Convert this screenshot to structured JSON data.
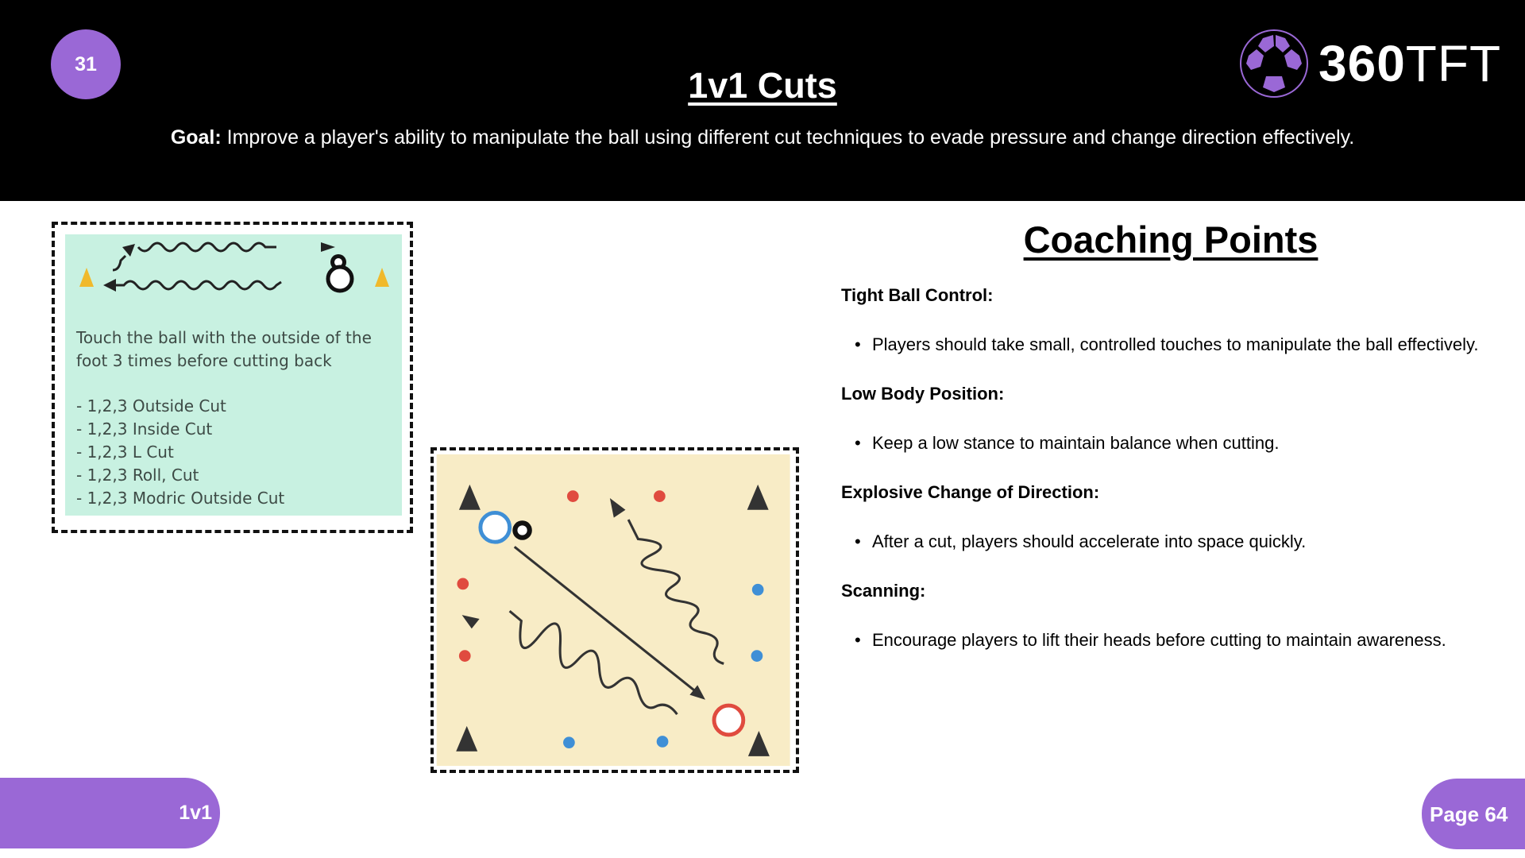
{
  "header": {
    "session_number": "31",
    "title": "1v1 Cuts",
    "goal_label": "Goal:",
    "goal_text": " Improve a player's ability to manipulate the ball using different cut techniques to evade pressure and change direction effectively.",
    "logo_text_bold": "360",
    "logo_text_light": "TFT"
  },
  "drill_card": {
    "instruction": "Touch the ball with the outside of the foot 3 times before cutting back",
    "variations": [
      "- 1,2,3 Outside Cut",
      "- 1,2,3 Inside Cut",
      "- 1,2,3 L Cut",
      "- 1,2,3 Roll, Cut",
      "- 1,2,3 Modric Outside Cut"
    ]
  },
  "coaching": {
    "title": "Coaching Points",
    "points": [
      {
        "heading": "Tight Ball Control:",
        "bullet": "Players should take small, controlled touches to manipulate the ball effectively."
      },
      {
        "heading": "Low Body Position:",
        "bullet": "Keep a low stance to maintain balance when cutting."
      },
      {
        "heading": "Explosive Change of Direction:",
        "bullet": "After a cut, players should accelerate into space quickly."
      },
      {
        "heading": "Scanning:",
        "bullet": "Encourage players to lift their heads before cutting to maintain awareness."
      }
    ]
  },
  "footer": {
    "category": "1v1",
    "page": "Page 64"
  },
  "colors": {
    "brand_purple": "#9a68d6",
    "mint": "#c8f1e1",
    "pitch": "#f8ecc6",
    "red": "#e04b3f",
    "blue": "#3f8fd6",
    "cone_yellow": "#f0b92b"
  }
}
